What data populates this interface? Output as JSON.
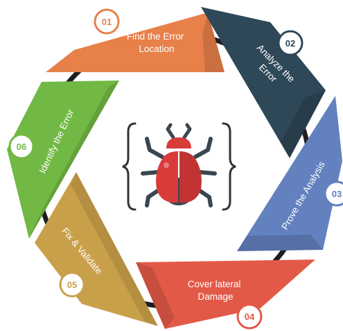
{
  "steps": [
    {
      "number": "01",
      "label_lines": [
        "Find the Error",
        "Location"
      ],
      "color": "#E8804A"
    },
    {
      "number": "02",
      "label_lines": [
        "Analyze the",
        "Error"
      ],
      "color": "#2F4858"
    },
    {
      "number": "03",
      "label_lines": [
        "Prove the Analysis"
      ],
      "color": "#6381BF"
    },
    {
      "number": "04",
      "label_lines": [
        "Cover lateral",
        "Damage"
      ],
      "color": "#E35947"
    },
    {
      "number": "05",
      "label_lines": [
        "Fix & Validate"
      ],
      "color": "#C9A04A"
    },
    {
      "number": "06",
      "label_lines": [
        "Identify the Error"
      ],
      "color": "#72B844"
    }
  ],
  "ring_color": "#1E1E1E",
  "center": {
    "icon": "bug-icon",
    "brace_color": "#333333",
    "bug_color": "#D93A3A",
    "bug_body_color": "#3A4650"
  }
}
